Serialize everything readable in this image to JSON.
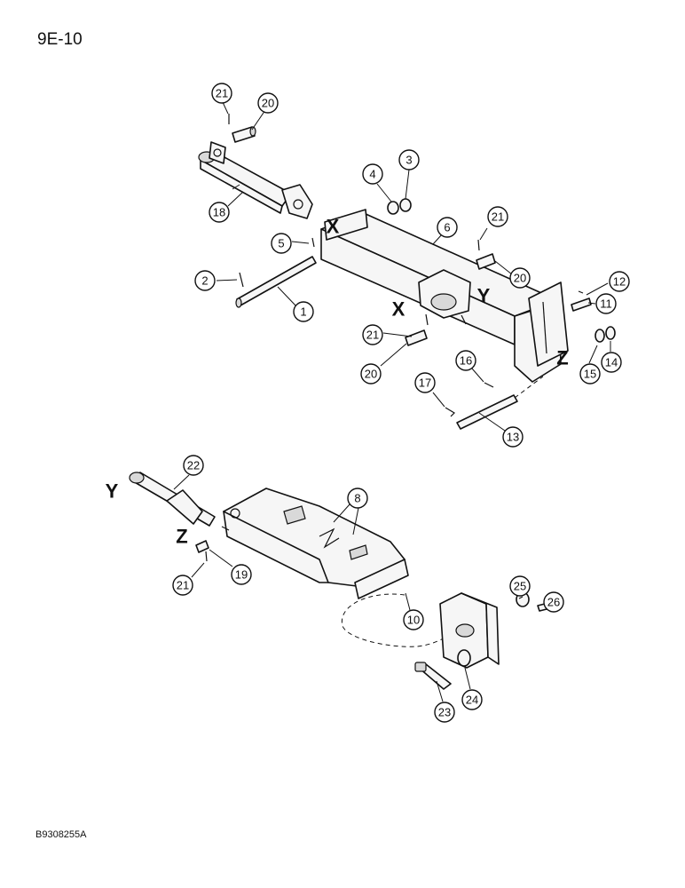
{
  "page_number": "9E-10",
  "drawing_id": "B9308255A",
  "callouts": [
    "21",
    "20",
    "4",
    "3",
    "18",
    "6",
    "21",
    "5",
    "20",
    "12",
    "2",
    "1",
    "11",
    "X",
    "Y",
    "21",
    "15",
    "14",
    "20",
    "16",
    "17",
    "13",
    "22",
    "8",
    "19",
    "21",
    "10",
    "25",
    "26",
    "23",
    "24"
  ],
  "reference_marks": {
    "x": "X",
    "y": "Y",
    "z": "Z"
  }
}
